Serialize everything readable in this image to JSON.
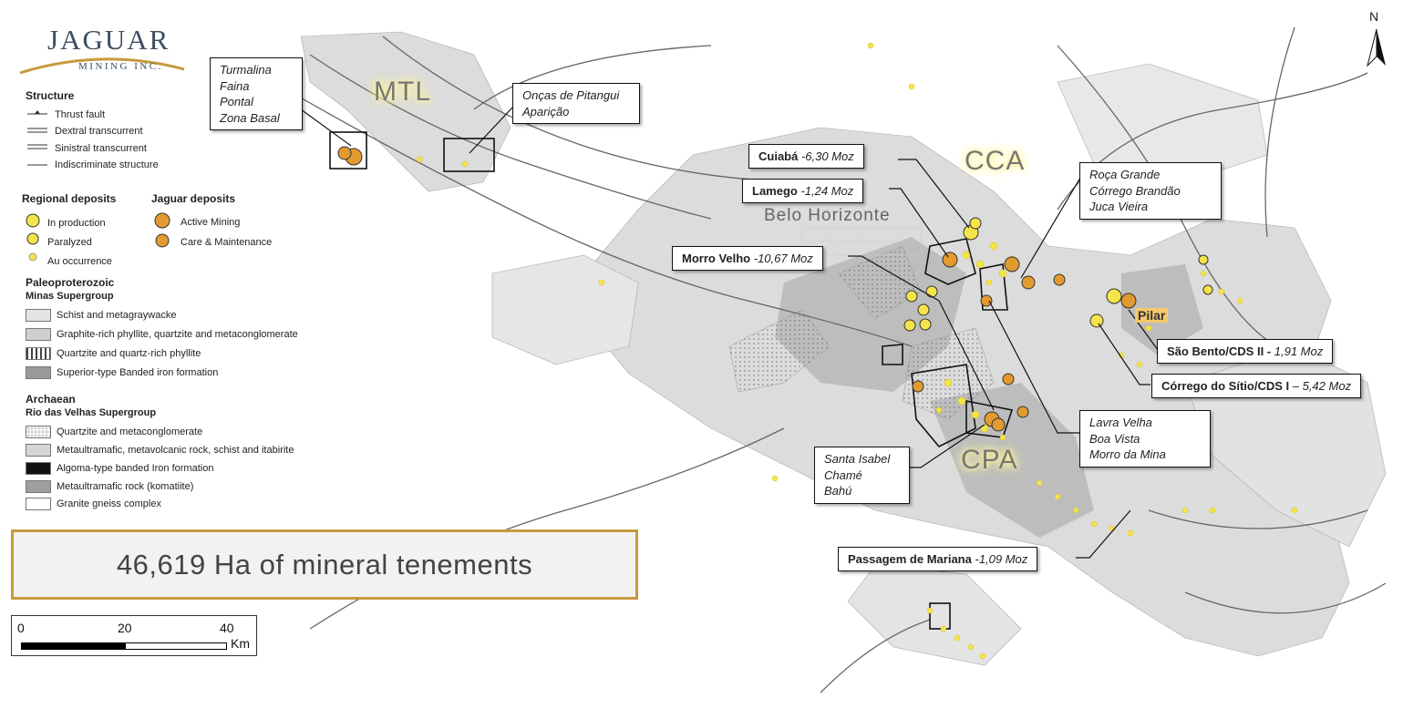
{
  "logo": {
    "name": "JAGUAR",
    "subtitle": "MINING INC."
  },
  "north_arrow": {
    "label": "N"
  },
  "legend": {
    "structure": {
      "title": "Structure",
      "items": [
        "Thrust fault",
        "Dextral transcurrent",
        "Sinistral transcurrent",
        "Indiscriminate structure"
      ]
    },
    "regional": {
      "title": "Regional deposits",
      "items": [
        "In production",
        "Paralyzed",
        "Au occurrence"
      ]
    },
    "jaguar": {
      "title": "Jaguar deposits",
      "items": [
        "Active Mining",
        "Care & Maintenance"
      ]
    },
    "paleo": {
      "title": "Paleoproterozoic",
      "group": "Minas Supergroup",
      "items": [
        "Schist and metagraywacke",
        "Graphite-rich phyllite, quartzite and metaconglomerate",
        "Quartzite and quartz-rich phyllite",
        "Superior-type Banded iron formation"
      ]
    },
    "archaean": {
      "title": "Archaean",
      "group": "Rio das Velhas Supergroup",
      "items": [
        "Quartzite and metaconglomerate",
        "Metaultramafic, metavolcanic rock, schist and itabirite",
        "Algoma-type banded Iron formation",
        "Metaultramafic rock (komatiite)",
        "Granite gneiss complex"
      ]
    }
  },
  "area_banner": "46,619 Ha of mineral tenements",
  "scale": {
    "ticks": [
      "0",
      "20",
      "40"
    ],
    "unit": "Km"
  },
  "regions": [
    "MTL",
    "CCA",
    "CPA"
  ],
  "city": "Belo Horizonte",
  "pilar_label": "Pilar",
  "callouts": {
    "turmalina": [
      "Turmalina",
      "Faina",
      "Pontal",
      "Zona Basal"
    ],
    "oncas": [
      "Onças de Pitangui",
      "Aparição"
    ],
    "cuiaba": {
      "name": "Cuiabá",
      "value": "-6,30 Moz"
    },
    "lamego": {
      "name": "Lamego",
      "value": "-1,24 Moz"
    },
    "morro_velho": {
      "name": "Morro Velho",
      "value": "-10,67 Moz"
    },
    "roca": [
      "Roça Grande",
      "Córrego Brandão",
      "Juca Vieira"
    ],
    "sao_bento": {
      "name": "São Bento/CDS II -",
      "value": "1,91 Moz"
    },
    "corrego_sitio": {
      "name": "Córrego do Sítio/CDS I",
      "value": "– 5,42 Moz"
    },
    "lavra": [
      "Lavra Velha",
      "Boa Vista",
      "Morro da Mina"
    ],
    "santa_isabel": [
      "Santa Isabel",
      "Chamé",
      "Bahú"
    ],
    "passagem": {
      "name": "Passagem de Mariana",
      "value": "-1,09 Moz"
    }
  },
  "colors": {
    "gold_border": "#c89a3c",
    "au_occurrence": "#f5e44a",
    "deposit_fill": "#e8b23a",
    "jaguar_fill": "#e39a2e"
  }
}
